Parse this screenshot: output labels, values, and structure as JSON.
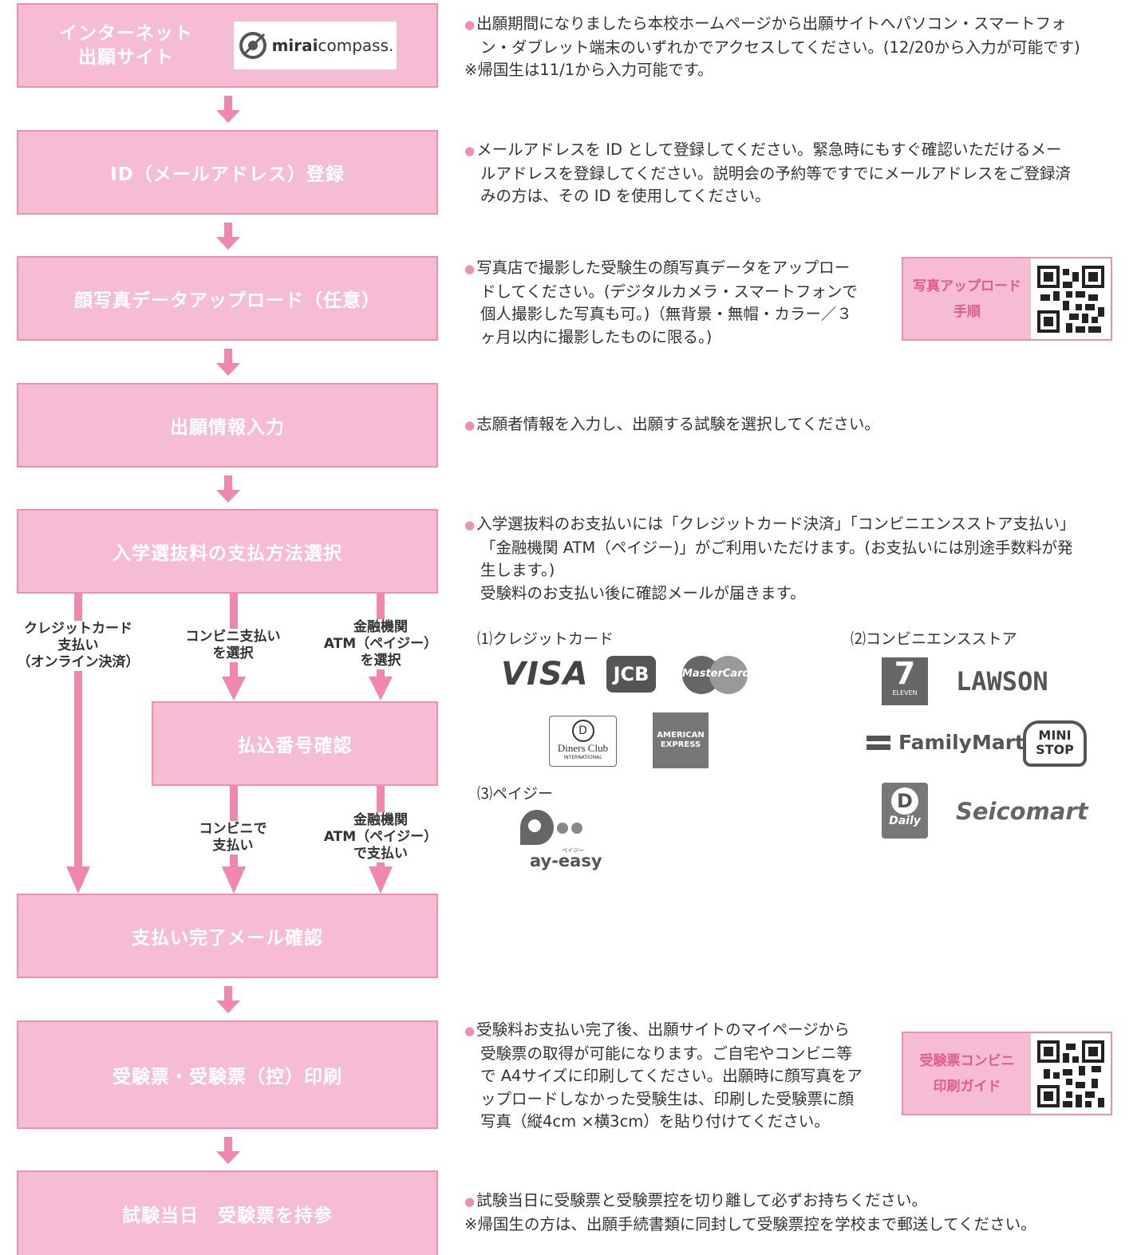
{
  "steps": [
    {
      "label_line1": "インターネット",
      "label_line2": "出願サイト",
      "logo_prefix": "mirai",
      "logo_suffix": "compass."
    },
    {
      "label": "ID（メールアドレス）登録"
    },
    {
      "label": "顔写真データアップロード（任意）"
    },
    {
      "label": "出願情報入力"
    },
    {
      "label": "入学選抜料の支払方法選択"
    },
    {
      "label": "払込番号確認"
    },
    {
      "label": "支払い完了メール確認"
    },
    {
      "label": "受験票・受験票（控）印刷"
    },
    {
      "label": "試験当日　受験票を持参"
    }
  ],
  "branches": {
    "credit_line1": "クレジットカード",
    "credit_line2": "支払い",
    "credit_line3": "（オンライン決済）",
    "conv_select_line1": "コンビニ支払い",
    "conv_select_line2": "を選択",
    "atm_select_line1": "金融機関",
    "atm_select_line2": "ATM（ペイジー）",
    "atm_select_line3": "を選択",
    "conv_pay_line1": "コンビニで",
    "conv_pay_line2": "支払い",
    "atm_pay_line1": "金融機関",
    "atm_pay_line2": "ATM（ペイジー）",
    "atm_pay_line3": "で支払い"
  },
  "descriptions": {
    "d1_lines": [
      "出願期間になりましたら本校ホームページから出願サイトへパソコン・スマートフォ",
      "ン・ダブレット端末のいずれかでアクセスしてください。(12/20から入力が可能です)"
    ],
    "d1_note": "※帰国生は11/1から入力可能です。",
    "d2_lines": [
      "メールアドレスを ID として登録してください。緊急時にもすぐ確認いただけるメー",
      "ルアドレスを登録してください。説明会の予約等ですでにメールアドレスをご登録済",
      "みの方は、その ID を使用してください。"
    ],
    "d3_lines": [
      "写真店で撮影した受験生の顔写真データをアップロー",
      "ドしてください。(デジタルカメラ・スマートフォンで",
      "個人撮影した写真も可。)（無背景・無帽・カラー／３",
      "ヶ月以内に撮影したものに限る。)"
    ],
    "d4": "志願者情報を入力し、出願する試験を選択してください。",
    "d5_lines": [
      "入学選抜料のお支払いには「クレジットカード決済」「コンビニエンスストア支払い」",
      "「金融機関 ATM（ペイジー)」がご利用いただけます。(お支払いには別途手数料が発",
      "生します。)",
      "受験料のお支払い後に確認メールが届きます。"
    ],
    "d8_lines": [
      "受験料お支払い完了後、出願サイトのマイページから",
      "受験票の取得が可能になります。ご自宅やコンビニ等",
      "で A4サイズに印刷してください。出願時に顔写真をア",
      "ップロードしなかった受験生は、印刷した受験票に顔",
      "写真（縦4cm ×横3cm）を貼り付けてください。"
    ],
    "d9": "試験当日に受験票と受験票控を切り離して必ずお持ちください。",
    "d9_note": "※帰国生の方は、出願手続書類に同封して受験票控を学校まで郵送してください。"
  },
  "qr_boxes": {
    "photo_line1": "写真アップロード",
    "photo_line2": "手順",
    "print_line1": "受験票コンビニ",
    "print_line2": "印刷ガイド"
  },
  "payment_methods": {
    "credit_heading": "⑴クレジットカード",
    "credit_logos": [
      "VISA",
      "JCB",
      "MasterCard",
      "Diners Club",
      "INTERNATIONAL",
      "AMERICAN",
      "EXPRESS"
    ],
    "conv_heading": "⑵コンビニエンスストア",
    "conv_logos": [
      "ELEVEN",
      "LAWSON",
      "FamilyMart",
      "MINI",
      "STOP",
      "Daily",
      "Seicomart"
    ],
    "payeasy_heading": "⑶ペイジー",
    "payeasy_logo_top": "ペイジー",
    "payeasy_logo": "ay-easy"
  },
  "colors": {
    "box_fill": "#f6bcd3",
    "box_border": "#ee8fb4",
    "arrow": "#ef87ae",
    "accent_text": "#e15c91"
  }
}
